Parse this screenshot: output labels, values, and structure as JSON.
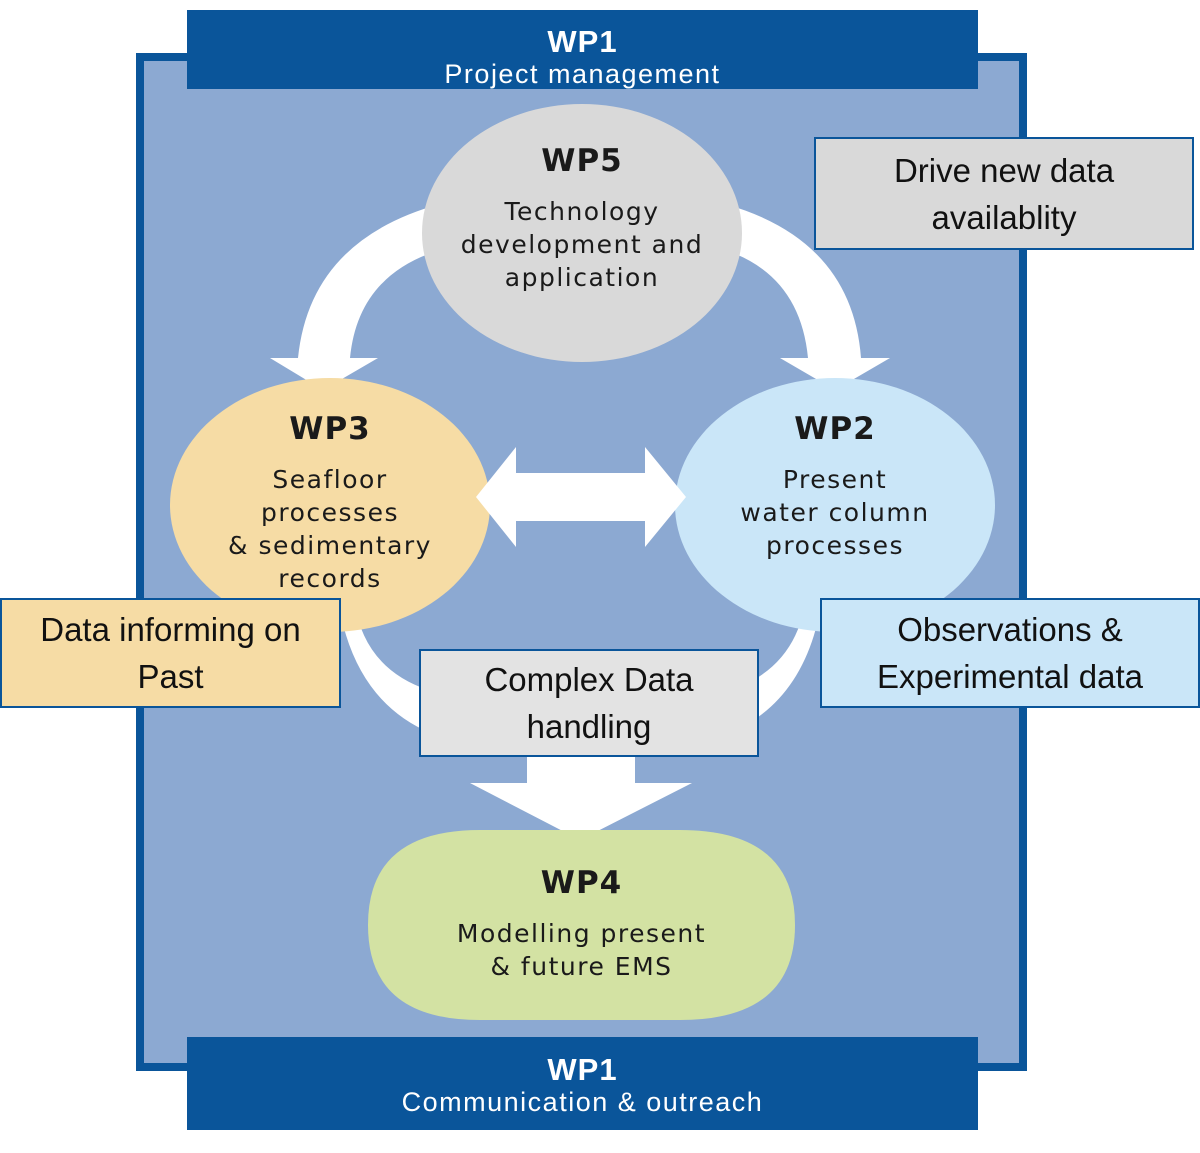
{
  "colors": {
    "frame_blue": "#0a559a",
    "panel_blue": "#8ca9d2",
    "wp5_gray": "#d9d9d9",
    "wp3_orange": "#f6dca5",
    "wp2_lightblue": "#cae6f8",
    "wp4_green": "#d3e2a3",
    "arrow_white": "#ffffff",
    "callout_gray": "#e3e3e3"
  },
  "banners": {
    "top": {
      "wp": "WP1",
      "label": "Project management"
    },
    "bottom": {
      "wp": "WP1",
      "label": "Communication & outreach"
    }
  },
  "nodes": {
    "wp5": {
      "wp": "WP5",
      "lines": [
        "Technology",
        "development and",
        "application"
      ]
    },
    "wp3": {
      "wp": "WP3",
      "lines": [
        "Seafloor",
        "processes",
        "& sedimentary",
        "records"
      ]
    },
    "wp2": {
      "wp": "WP2",
      "lines": [
        "Present",
        "water column",
        "processes"
      ]
    },
    "wp4": {
      "wp": "WP4",
      "lines": [
        "Modelling present",
        "& future EMS"
      ]
    }
  },
  "callouts": {
    "drive": {
      "lines": [
        "Drive new data",
        "availablity"
      ]
    },
    "past": {
      "lines": [
        "Data informing on",
        "Past"
      ]
    },
    "complex": {
      "lines": [
        "Complex Data",
        "handling"
      ]
    },
    "observations": {
      "lines": [
        "Observations &",
        "Experimental data"
      ]
    }
  },
  "arrows": [
    {
      "from": "WP5",
      "to": "WP3",
      "type": "curved"
    },
    {
      "from": "WP5",
      "to": "WP2",
      "type": "curved"
    },
    {
      "from": "WP3",
      "to": "WP2",
      "type": "bidirectional"
    },
    {
      "from": "WP3/WP2",
      "to": "WP4",
      "type": "down"
    }
  ]
}
